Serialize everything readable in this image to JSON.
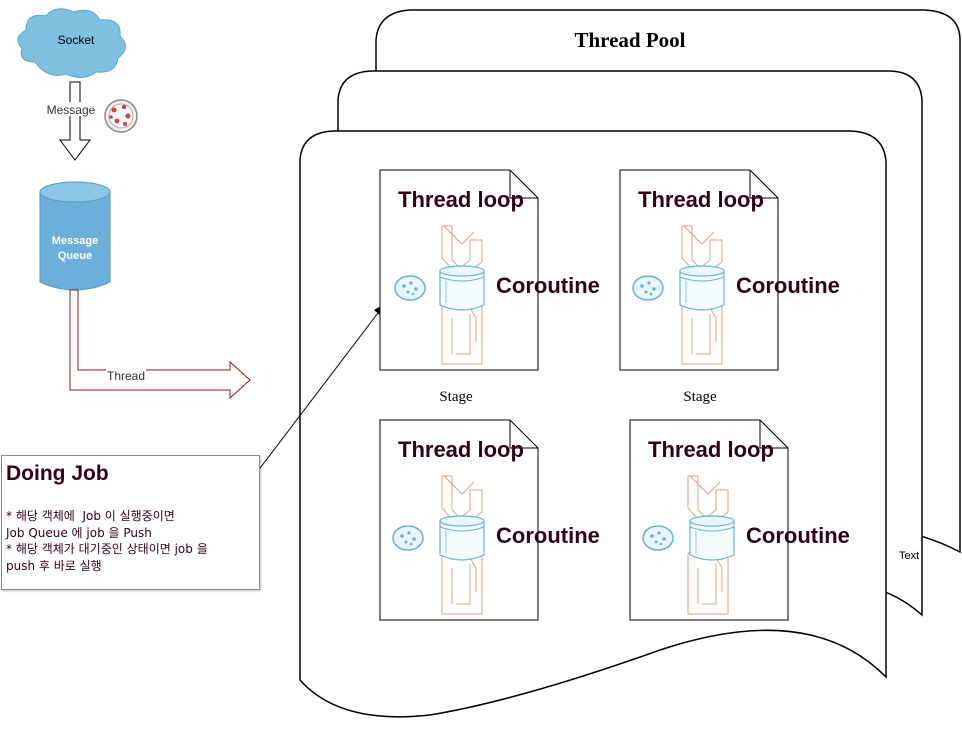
{
  "pool": {
    "title": "Thread Pool",
    "edge_label": "Text"
  },
  "source": {
    "socket_label": "Socket",
    "message_label": "Message",
    "queue_label_line1": "Message",
    "queue_label_line2": "Queue",
    "thread_label": "Thread"
  },
  "stages": [
    {
      "loop_label": "Thread loop",
      "coroutine_label": "Coroutine",
      "stage_label": "Stage"
    },
    {
      "loop_label": "Thread loop",
      "coroutine_label": "Coroutine",
      "stage_label": "Stage"
    },
    {
      "loop_label": "Thread loop",
      "coroutine_label": "Coroutine"
    },
    {
      "loop_label": "Thread loop",
      "coroutine_label": "Coroutine"
    }
  ],
  "doing_job": {
    "title": "Doing Job",
    "lines": [
      "* 해당 객체에  Job 이 실행중이면",
      "Job Queue 에 job 을 Push",
      "* 해당 객체가 대기중인 상태이면 job 을",
      "push 후 바로 실행"
    ]
  },
  "colors": {
    "title_text": "#33001a",
    "arrow_outline": "#8b1a1a",
    "cloud_fill": "#7fbfdf",
    "queue_fill": "#6ab0d8",
    "cycle_outline": "#e0a080",
    "jar_outline": "#6ab0d8"
  }
}
